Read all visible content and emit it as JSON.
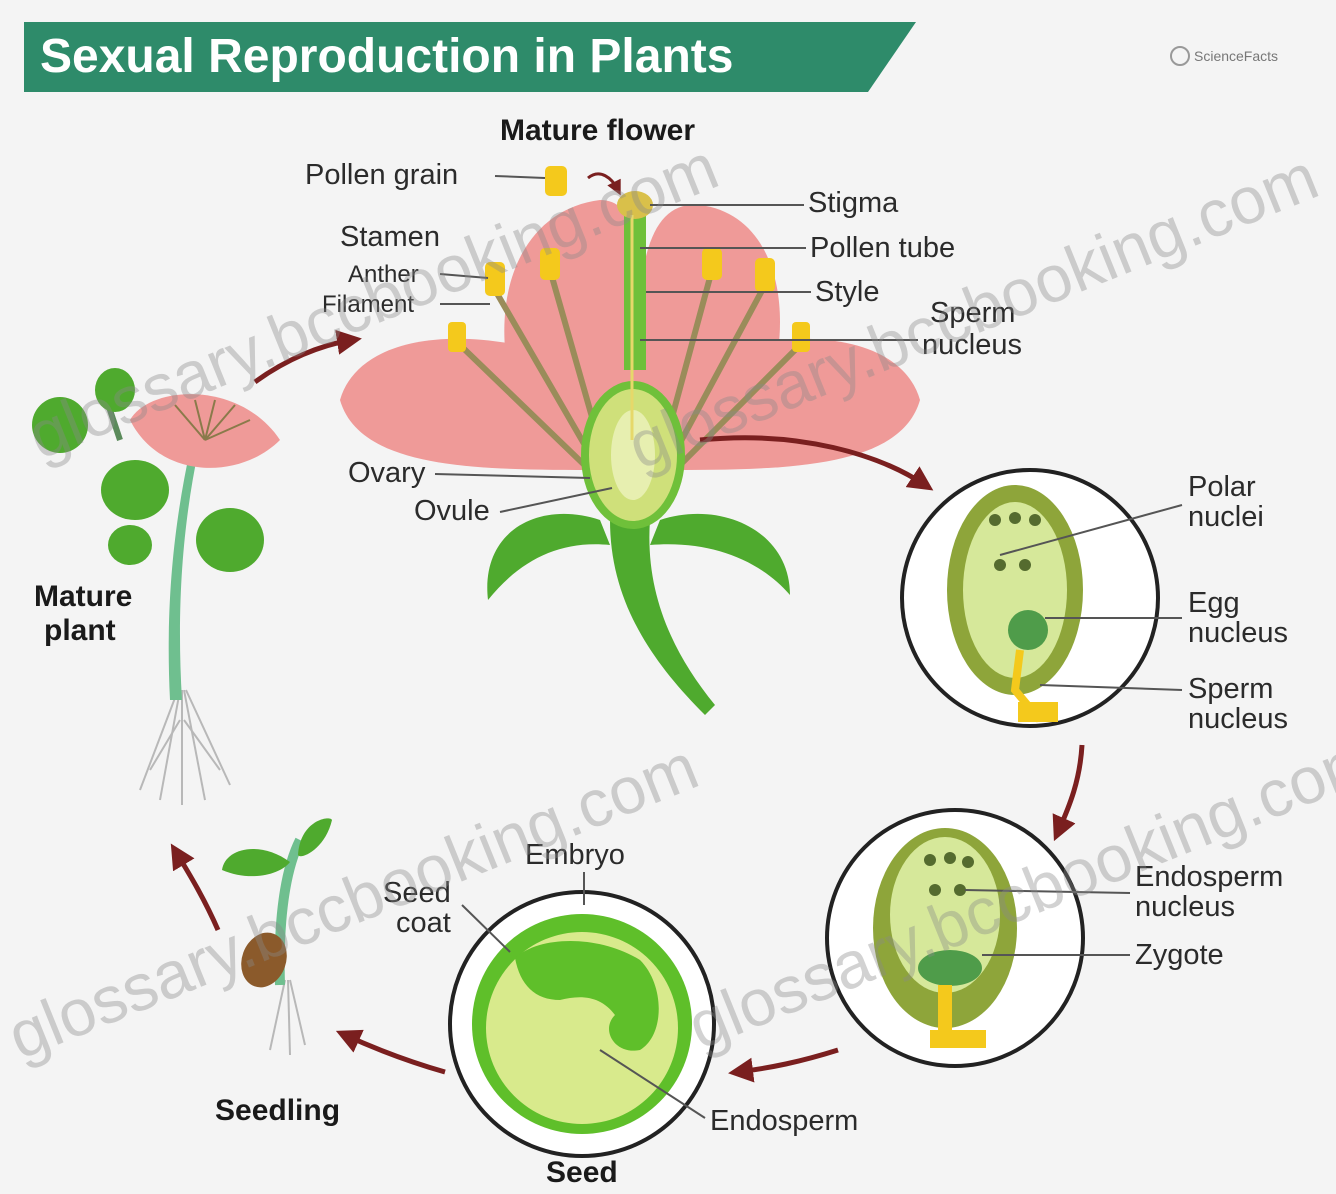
{
  "title": "Sexual Reproduction in Plants",
  "logo_text": "ScienceFacts",
  "stages": {
    "mature_flower": "Mature flower",
    "mature_plant_line1": "Mature",
    "mature_plant_line2": "plant",
    "seedling": "Seedling",
    "seed": "Seed"
  },
  "flower_labels": {
    "pollen_grain": "Pollen grain",
    "stamen": "Stamen",
    "anther": "Anther",
    "filament": "Filament",
    "ovary": "Ovary",
    "ovule": "Ovule",
    "stigma": "Stigma",
    "pollen_tube": "Pollen tube",
    "style": "Style",
    "sperm_nucleus_line1": "Sperm",
    "sperm_nucleus_line2": "nucleus"
  },
  "ovule_labels": {
    "polar_nuclei_line1": "Polar",
    "polar_nuclei_line2": "nuclei",
    "egg_nucleus_line1": "Egg",
    "egg_nucleus_line2": "nucleus",
    "sperm_nucleus_line1": "Sperm",
    "sperm_nucleus_line2": "nucleus"
  },
  "zygote_labels": {
    "endosperm_nucleus_line1": "Endosperm",
    "endosperm_nucleus_line2": "nucleus",
    "zygote": "Zygote"
  },
  "seed_labels": {
    "embryo": "Embryo",
    "seed_coat_line1": "Seed",
    "seed_coat_line2": "coat",
    "endosperm": "Endosperm"
  },
  "watermarks": [
    "glossary.bccbooking.com",
    "glossary.bccbooking.com",
    "glossary.bccbooking.com",
    "glossary.bccbooking.com"
  ],
  "colors": {
    "title_banner": "#2e8b6a",
    "petal": "#ef9a98",
    "leaf": "#4faa2e",
    "ovule_outer": "#8ea53a",
    "ovule_inner": "#d6e89a",
    "seed_outer": "#5fbf2a",
    "seed_inner": "#d8ea8c",
    "arrow": "#7a1f1f"
  }
}
